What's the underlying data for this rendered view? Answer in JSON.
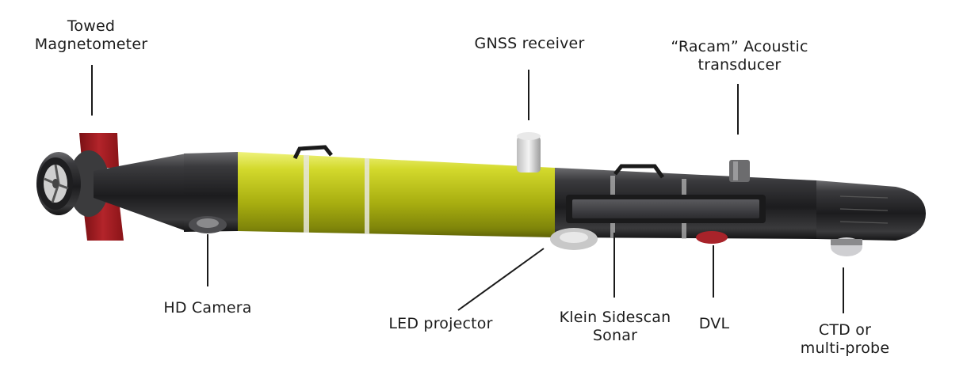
{
  "figure": {
    "labels": {
      "towed_magnetometer": [
        "Towed",
        "Magnetometer"
      ],
      "hd_camera": [
        "HD Camera"
      ],
      "gnss_receiver": [
        "GNSS receiver"
      ],
      "led_projector": [
        "LED projector"
      ],
      "racam_transducer": [
        "“Racam” Acoustic",
        "transducer"
      ],
      "klein_sidescan_sonar": [
        "Klein Sidescan",
        "Sonar"
      ],
      "dvl": [
        "DVL"
      ],
      "ctd_multiprobe": [
        "CTD or",
        "multi-probe"
      ]
    },
    "colors": {
      "hull_dark": "#2b2b2d",
      "payload_section": "#c9cf1f",
      "fins": "#9e1a1d",
      "leader_lines": "#1a1a1a"
    }
  }
}
